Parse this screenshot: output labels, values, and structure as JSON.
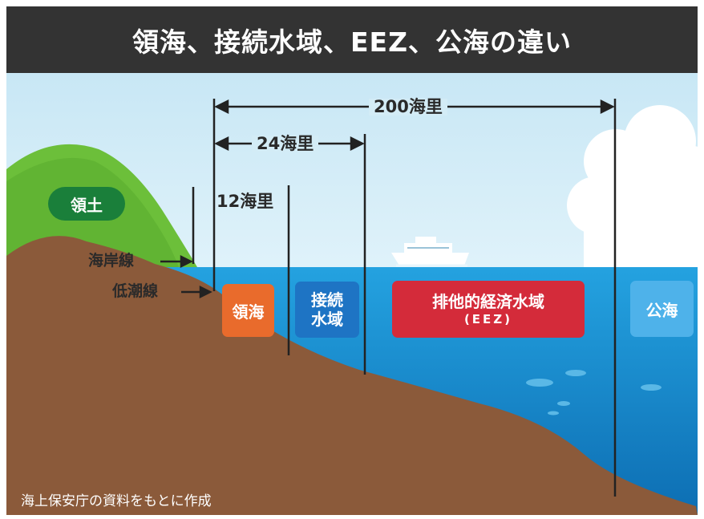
{
  "title": "領海、接続水域、EEZ、公海の違い",
  "distances": {
    "d200": "200海里",
    "d24": "24海里",
    "d12": "12海里"
  },
  "land_label": "領土",
  "lines": {
    "coastline": "海岸線",
    "low_water_line": "低潮線"
  },
  "zones": {
    "territorial_sea": "領海",
    "contiguous_zone_line1": "接続",
    "contiguous_zone_line2": "水域",
    "eez": "排他的経済水域",
    "eez_abbr": "(EEZ)",
    "high_seas": "公海"
  },
  "credit": "海上保安庁の資料をもとに作成",
  "colors": {
    "header": "#333333",
    "sky": "#d3ecf6",
    "sea": "#1b92d3",
    "land": "#8b5a3a",
    "grass": "#6cbf3a",
    "territorial_sea": "#e96b2c",
    "contiguous_zone": "#1e74c4",
    "eez": "#d42b3a",
    "high_seas": "#4eb2ea"
  }
}
